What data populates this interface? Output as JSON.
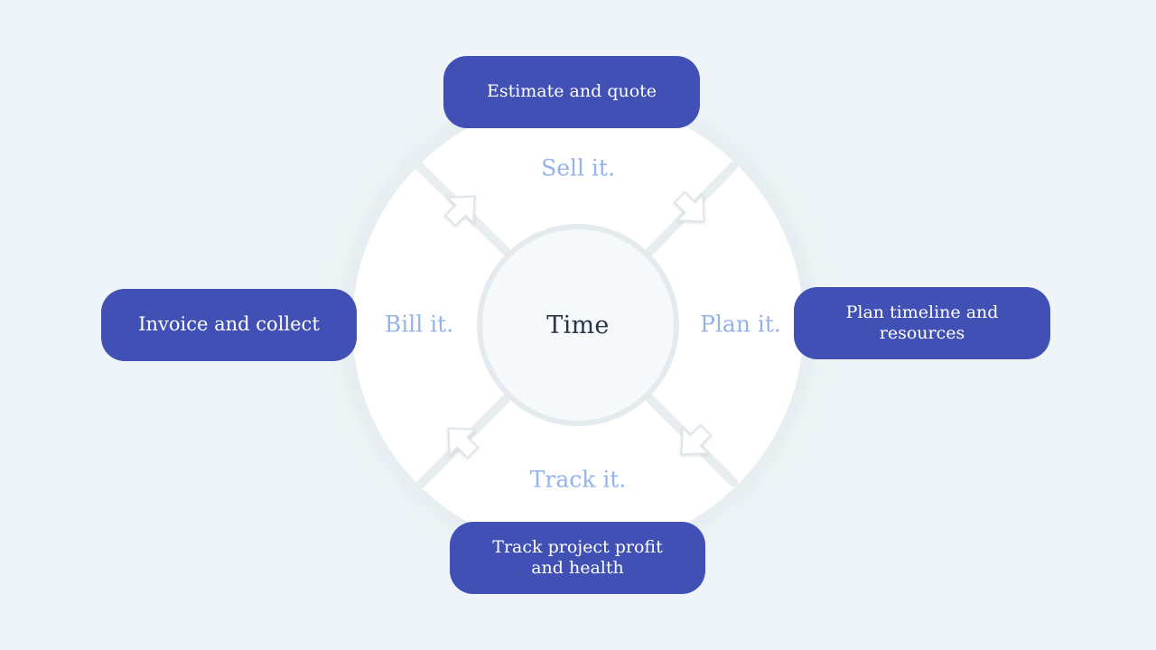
{
  "hub": {
    "label": "Time"
  },
  "stages": {
    "sell": "Sell it.",
    "plan": "Plan it.",
    "track": "Track it.",
    "bill": "Bill it."
  },
  "boxes": {
    "top": "Estimate and quote",
    "right": "Plan timeline and resources",
    "bottom": "Track project profit\nand health",
    "left": "Invoice and collect"
  },
  "colors": {
    "background": "#eef4f7",
    "box_fill": "#4150b5",
    "stage_text": "#93b3ec",
    "hub_text": "#2b3446"
  }
}
